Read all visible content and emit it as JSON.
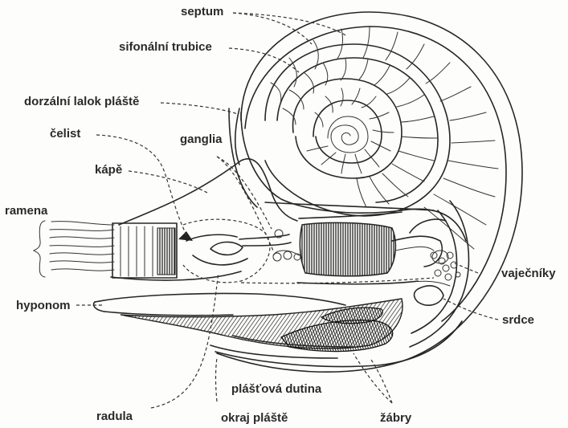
{
  "diagram": {
    "labels": {
      "septum": "septum",
      "sifonalni_trubice": "sifonální trubice",
      "dorzalni_lalok": "dorzální lalok pláště",
      "celist": "čelist",
      "ganglia": "ganglia",
      "kape": "kápě",
      "ramena": "ramena",
      "vajecniky": "vaječníky",
      "hyponom": "hyponom",
      "srdce": "srdce",
      "plastova_dutina": "plášťová dutina",
      "radula": "radula",
      "okraj_plaste": "okraj pláště",
      "zabry": "žábry"
    }
  }
}
